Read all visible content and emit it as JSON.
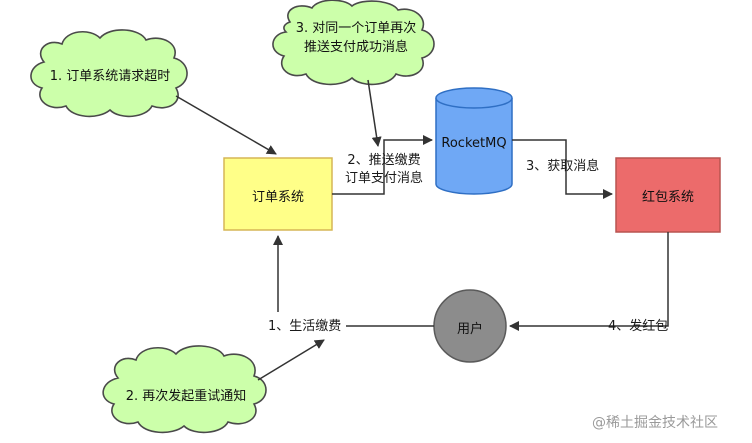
{
  "nodes": {
    "order_system": "订单系统",
    "rocketmq": "RocketMQ",
    "red_packet_system": "红包系统",
    "user": "用户"
  },
  "clouds": {
    "timeout": "1. 订单系统请求超时",
    "retry_line1": "3. 对同一个订单再次",
    "retry_line2": "推送支付成功消息",
    "notify": "2. 再次发起重试通知"
  },
  "edges": {
    "push_line1": "2、推送缴费",
    "push_line2": "订单支付消息",
    "fetch": "3、获取消息",
    "pay": "1、生活缴费",
    "send_red": "4、发红包"
  },
  "watermark": "@稀土掘金技术社区",
  "colors": {
    "order_fill": "#ffff88",
    "order_stroke": "#d6b656",
    "mq_fill": "#6fa8f5",
    "mq_stroke": "#2f6fc4",
    "red_fill": "#ec6b6b",
    "red_stroke": "#b85450",
    "user_fill": "#8c8c8c",
    "cloud_fill": "#ccffaa",
    "cloud_stroke": "#4a4a4a",
    "line": "#333333"
  }
}
